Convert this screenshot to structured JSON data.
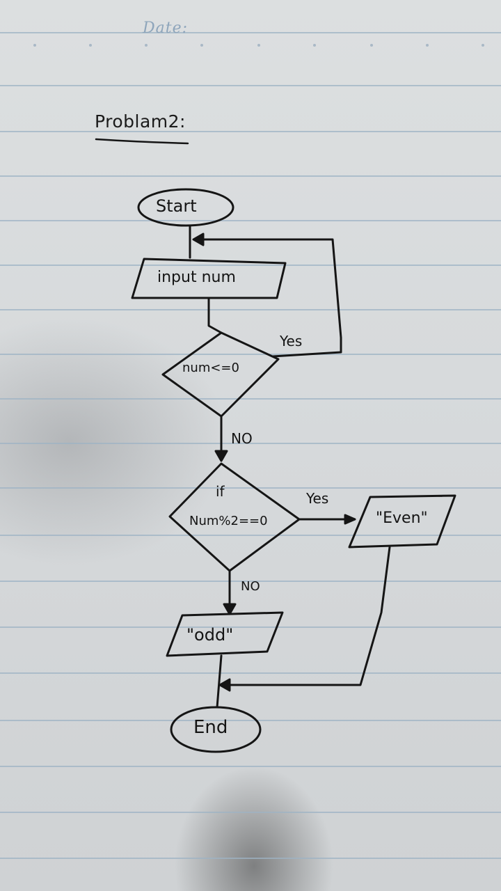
{
  "page": {
    "date_label": "Date:",
    "title": "Problam2:"
  },
  "flowchart": {
    "nodes": {
      "start": "Start",
      "input": "input num",
      "check_negative": "num<=0",
      "check_even_if": "if",
      "check_even": "Num%2==0",
      "even_output": "\"Even\"",
      "odd_output": "\"odd\"",
      "end": "End"
    },
    "edges": {
      "negative_yes": "Yes",
      "negative_no": "NO",
      "even_yes": "Yes",
      "even_no": "NO"
    }
  },
  "colors": {
    "paper": "#d9dbdc",
    "rule_line": "#9eb3c4",
    "ink": "#151515"
  }
}
